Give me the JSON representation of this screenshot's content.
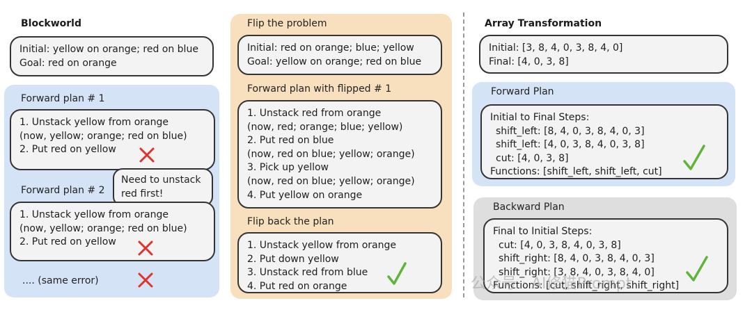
{
  "left": {
    "heading": "Blockworld",
    "problem_lines": [
      "Initial: yellow on orange; red on blue",
      "Goal: red on orange"
    ],
    "plan1_title": "Forward plan # 1",
    "plan1_lines": [
      "1. Unstack yellow from orange",
      "(now, yellow; orange; red on blue)",
      "2. Put red on yellow"
    ],
    "callout_lines": [
      "Need to unstack",
      "red first!"
    ],
    "plan2_title": "Forward plan # 2",
    "plan2_lines": [
      "1. Unstack yellow from orange",
      "(now, yellow; orange; red on blue)",
      "2. Put red on yellow"
    ],
    "same_error": ".... (same error)"
  },
  "middle": {
    "flip_title": "Flip the problem",
    "flip_lines": [
      "Initial: red on orange; blue; yellow",
      "Goal: yellow on orange; red on blue"
    ],
    "flipped_plan_title": "Forward plan with flipped # 1",
    "flipped_plan_lines": [
      "1. Unstack red from orange",
      "(now, red; orange; blue; yellow)",
      "2. Put red on blue",
      "(now, red on blue; yellow; orange)",
      "3. Pick up yellow",
      "(now, red on blue; yellow; orange)",
      "4. Put yellow on orange"
    ],
    "flip_back_title": "Flip back the plan",
    "flip_back_lines": [
      "1. Unstack yellow from orange",
      "2. Put down yellow",
      "3. Unstack red from blue",
      "4. Put red on orange"
    ]
  },
  "right": {
    "heading": "Array Transformation",
    "problem_lines": [
      "Initial: [3, 8, 4, 0, 3, 8, 4, 0]",
      "Final: [4, 0, 3, 8]"
    ],
    "forward_title": "Forward Plan",
    "forward_lines": [
      "Initial to Final Steps:",
      "shift_left: [8, 4, 0, 3, 8, 4, 0, 3]",
      "shift_left: [4, 0, 3, 8, 4, 0, 3, 8]",
      "cut: [4, 0, 3, 8]",
      "Functions: [shift_left, shift_left, cut]"
    ],
    "backward_title": "Backward Plan",
    "backward_lines": [
      "Final to Initial Steps:",
      "cut: [4, 0, 3, 8, 4, 0, 3, 8]",
      "shift_right: [8, 4, 0, 3, 8, 4, 0, 3]",
      "shift_right: [3, 8, 4, 0, 3, 8, 4, 0]",
      "Functions: [cut, shift_right, shift_right]"
    ]
  },
  "watermark": "公众号 · AI修猫Prompt",
  "colors": {
    "blue_panel": "#d5e3f6",
    "orange_panel": "#f8dfbd",
    "gray_panel": "#dedede",
    "box_fill": "#f3f3f3",
    "cross_red": "#e0322b",
    "check_green": "#5fb43a"
  }
}
